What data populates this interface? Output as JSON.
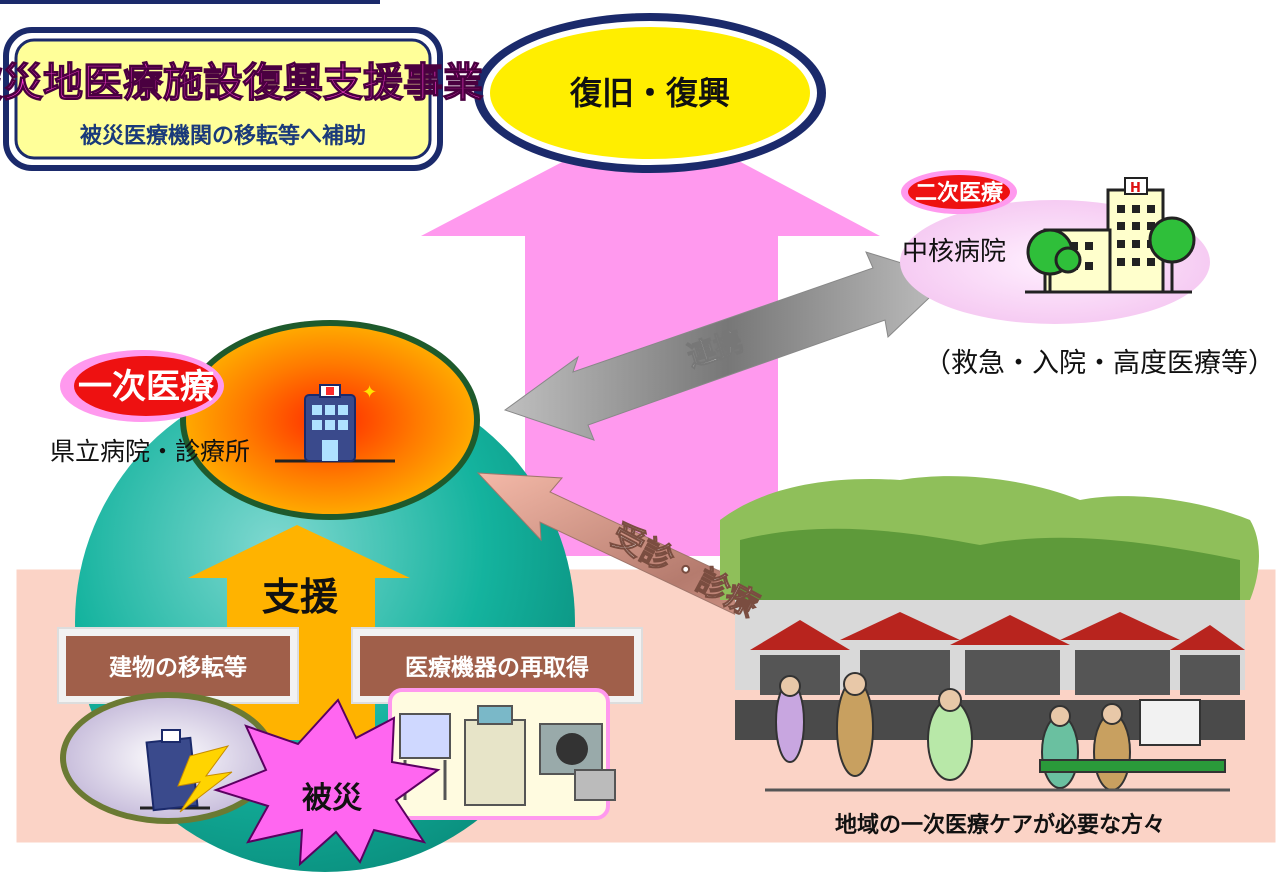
{
  "title": {
    "main": "被災地医療施設復興支援事業",
    "sub": "被災医療機関の移転等へ補助"
  },
  "goal": "復旧・復興",
  "secondary": {
    "badge": "二次医療",
    "name": "中核病院",
    "note": "（救急・入院・高度医療等）"
  },
  "primary": {
    "badge": "一次医療",
    "name": "県立病院・診療所"
  },
  "arrows": {
    "cooperation": "連携",
    "consultation": "受診・診療",
    "support": "支援"
  },
  "aid": {
    "building": "建物の移転等",
    "equipment": "医療機器の再取得"
  },
  "disaster": "被災",
  "community": "地域の一次医療ケアが必要な方々",
  "colors": {
    "pink": "#ff99ee",
    "yellow": "#ffee00",
    "navy": "#1b2a6b",
    "teal": "#17b8a0",
    "salmon": "#fbd3c6",
    "red": "#ee1111"
  }
}
